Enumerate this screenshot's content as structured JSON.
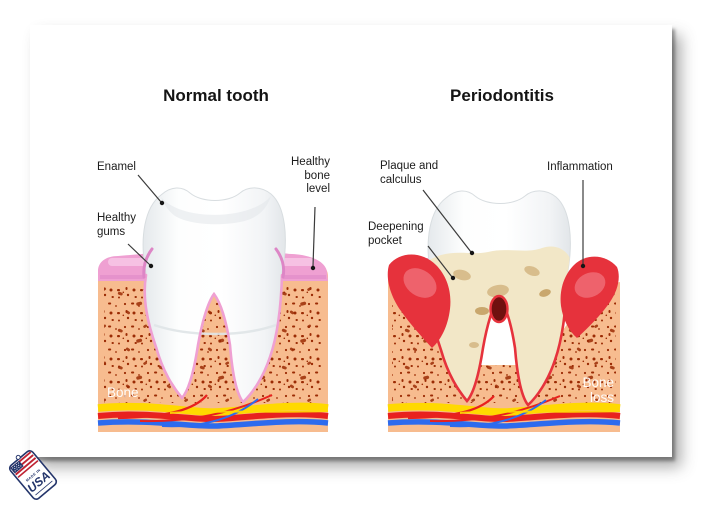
{
  "colors": {
    "bone": "#F7BC8F",
    "bone-speckle": "#9B2B04",
    "gum-pink": "#EFA0D2",
    "gum-pink-light": "#F8CCE8",
    "gum-pink-deep": "#DD86C6",
    "inflamed-red": "#E6323C",
    "inflamed-red-light": "#F0737C",
    "plaque": "#F2E7C7",
    "plaque-dark": "#D8BD8C",
    "plaque-darker": "#C9A76D",
    "vessel-yellow": "#FFD900",
    "vessel-red": "#E8211E",
    "vessel-blue": "#2D6BEE",
    "pocket-dark": "#70100F",
    "title-color": "#141414",
    "tooth-edge": "#D8DDE0"
  },
  "poster": {
    "left_panel": {
      "title": "Normal tooth",
      "labels": {
        "enamel": "Enamel",
        "healthy_gums": "Healthy\ngums",
        "healthy_bone_level": "Healthy\nbone\nlevel",
        "bone_caption": "Bone"
      }
    },
    "right_panel": {
      "title": "Periodontitis",
      "labels": {
        "plaque_calculus": "Plaque and\ncalculus",
        "inflammation": "Inflammation",
        "deepening_pocket": "Deepening\npocket",
        "bone_loss_caption": "Bone\nloss"
      }
    }
  },
  "badge": {
    "made_in": "MADE IN",
    "country": "USA"
  }
}
